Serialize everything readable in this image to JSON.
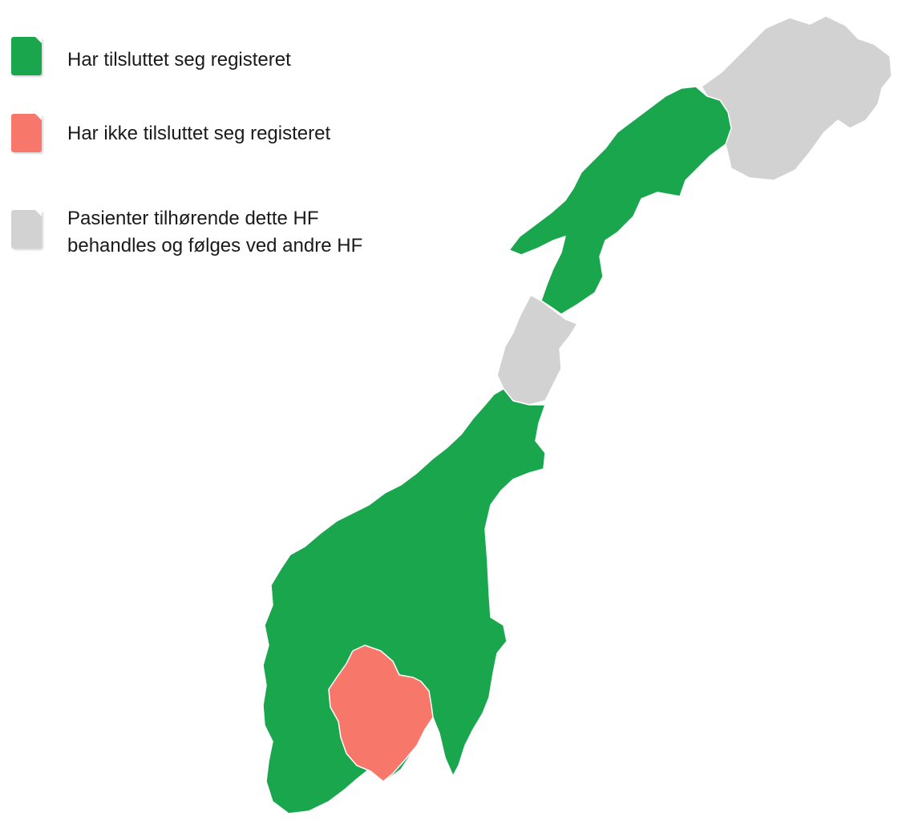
{
  "legend": {
    "items": [
      {
        "label": "Har tilsluttet seg registeret",
        "color": "#1aa64d"
      },
      {
        "label": "Har ikke tilsluttet seg registeret",
        "color": "#f7786b"
      },
      {
        "label": "Pasienter tilhørende dette HF behandles og følges ved andre HF",
        "color": "#d2d2d2"
      }
    ]
  },
  "map": {
    "regions": [
      {
        "name": "northern-gray",
        "status": "other-hf",
        "color": "#d2d2d2"
      },
      {
        "name": "northern-green",
        "status": "joined",
        "color": "#1aa64d"
      },
      {
        "name": "middle-gray",
        "status": "other-hf",
        "color": "#d2d2d2"
      },
      {
        "name": "central-south-green",
        "status": "joined",
        "color": "#1aa64d"
      },
      {
        "name": "southeast-salmon",
        "status": "not-joined",
        "color": "#f7786b"
      }
    ],
    "border_color": "#ffffff"
  }
}
